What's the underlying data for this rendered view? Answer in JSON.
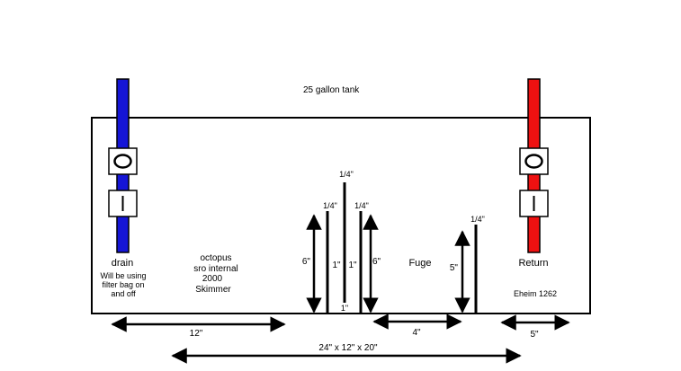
{
  "diagram": {
    "tank_label": "25 gallon tank",
    "drain": {
      "label": "drain",
      "note_lines": [
        "Will be using",
        "filter bag on",
        "and off"
      ],
      "pipe_color": "#1515d6"
    },
    "return": {
      "label": "Return",
      "pump": "Eheim 1262",
      "pipe_color": "#ee1111"
    },
    "skimmer_lines": [
      "octopus",
      "sro internal",
      "2000",
      "Skimmer"
    ],
    "fuge_label": "Fuge",
    "baffles": {
      "thickness_left": "1/4\"",
      "thickness_center": "1/4\"",
      "thickness_right": "1/4\"",
      "thickness_far": "1/4\"",
      "height_left": "6\"",
      "height_right": "6\"",
      "height_far": "5\"",
      "gap_left": "1\"",
      "gap_right": "1\"",
      "gap_bottom": "1\""
    },
    "dimensions": {
      "left_section": "12\"",
      "fuge_section": "4\"",
      "return_section": "5\"",
      "overall": "24\" x 12\" x 20\""
    },
    "valve_open_symbol": "O",
    "valve_closed_symbol": "I"
  }
}
